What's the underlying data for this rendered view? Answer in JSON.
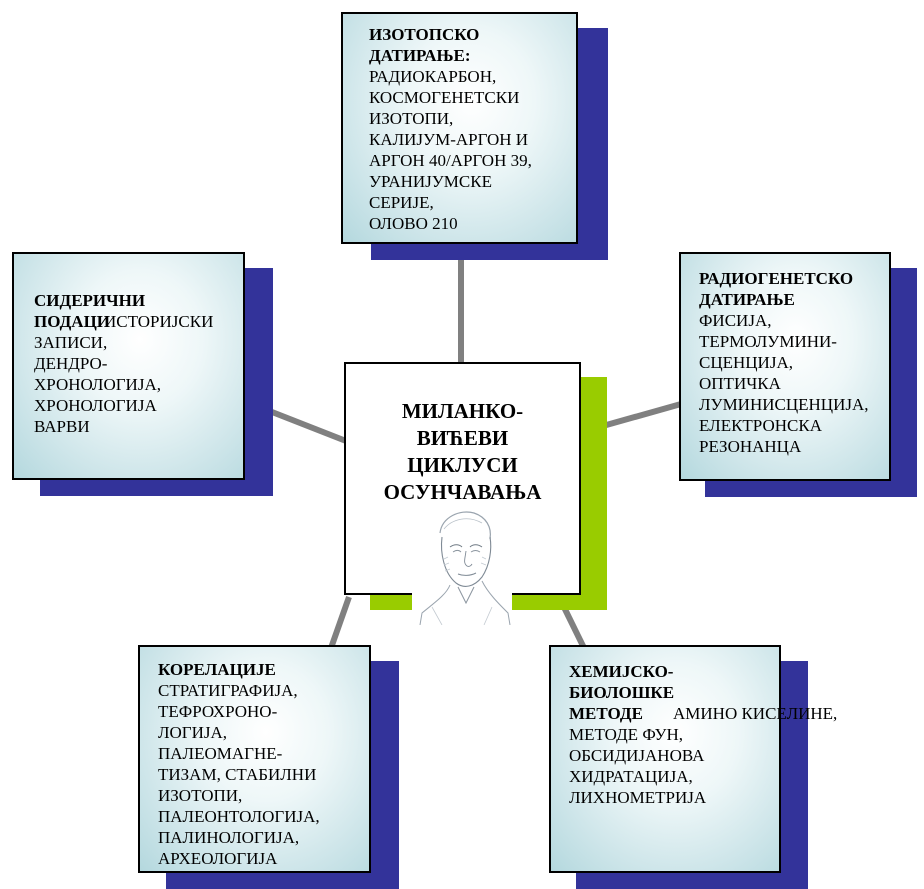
{
  "center": {
    "title_lines": [
      "МИЛАНКО-",
      "ВИЋЕВИ",
      "ЦИКЛУСИ",
      "ОСУНЧАВАЊА"
    ],
    "image": "portrait-sketch"
  },
  "nodes": {
    "top": {
      "header_lines": [
        "ИЗОТОПСКО",
        "ДАТИРАЊЕ:"
      ],
      "body_lines": [
        "РАДИОКАРБОН,",
        "КОСМОГЕНЕТСКИ",
        "ИЗОТОПИ,",
        "КАЛИЈУМ-АРГОН И",
        "АРГОН 40/АРГОН 39,",
        "УРАНИЈУМСКЕ",
        "СЕРИЈЕ,",
        "ОЛОВО 210"
      ]
    },
    "left": {
      "header_lines": [
        "СИДЕРИЧНИ",
        "ПОДАЦИ"
      ],
      "body_lines": [
        "ИСТОРИЈСКИ",
        "ЗАПИСИ,",
        "ДЕНДРО-",
        "ХРОНОЛОГИЈА,",
        "ХРОНОЛОГИЈА",
        "ВАРВИ"
      ]
    },
    "right": {
      "header_lines": [
        "РАДИОГЕНЕТСКО",
        "ДАТИРАЊЕ"
      ],
      "body_lines": [
        "ФИСИЈА,",
        "ТЕРМОЛУМИНИ-",
        "СЦЕНЦИЈА,",
        "ОПТИЧКА",
        "ЛУМИНИСЦЕНЦИЈА,",
        "ЕЛЕКТРОНСКА",
        "РЕЗОНАНЦА"
      ]
    },
    "bottom_left": {
      "header_lines": [
        "КОРЕЛАЦИЈЕ"
      ],
      "body_lines": [
        "СТРАТИГРАФИЈА,",
        "ТЕФРОХРОНО-",
        "ЛОГИЈА,",
        "ПАЛЕОМАГНЕ-",
        "ТИЗАМ, СТАБИЛНИ",
        "ИЗОТОПИ,",
        "ПАЛЕОНТОЛОГИЈА,",
        "ПАЛИНОЛОГИЈА,",
        "АРХЕОЛОГИЈА"
      ]
    },
    "bottom_right": {
      "header_lines": [
        "ХЕМИЈСКО-",
        "БИОЛОШКЕ",
        "МЕТОДЕ"
      ],
      "body_lines": [
        "АМИНО КИСЕЛИНЕ,",
        "МЕТОДЕ ФУН,",
        "ОБСИДИЈАНОВА",
        "ХИДРАТАЦИЈА,",
        "ЛИХНОМЕТРИЈА"
      ]
    }
  },
  "colors": {
    "shadow": "#33339a",
    "center_shadow": "#99cc00",
    "connector": "#808080",
    "box_gradient_inner": "#ffffff",
    "box_gradient_outer": "#b4d8de"
  }
}
